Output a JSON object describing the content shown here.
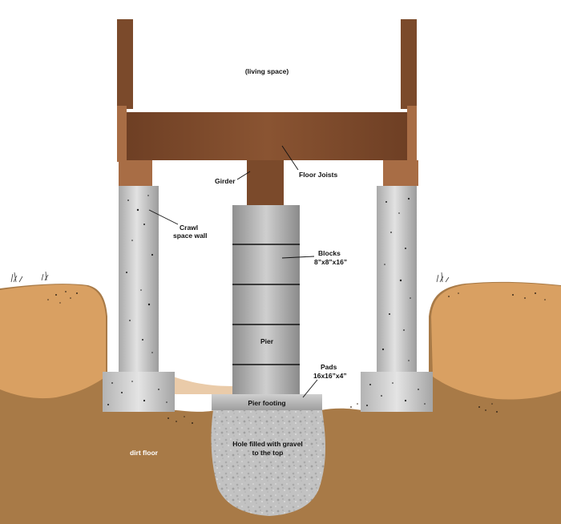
{
  "labels": {
    "living_space": "(living space)",
    "floor_joists": "Floor Joists",
    "girder": "Girder",
    "crawl_line1": "Crawl",
    "crawl_line2": "space wall",
    "blocks_line1": "Blocks",
    "blocks_line2": "8”x8”x16”",
    "pier": "Pier",
    "pads_line1": "Pads",
    "pads_line2": "16x16”x4”",
    "pier_footing": "Pier footing",
    "dirt_floor": "dirt floor",
    "hole_line1": "Hole filled with gravel",
    "hole_line2": "to the top"
  },
  "colors": {
    "wood_dark": "#7b4a2b",
    "wood_light": "#a86d45",
    "soil_dark": "#a87a47",
    "soil_light": "#d9a062",
    "concrete": "#c9c9c9",
    "gravel": "#bdbdbd"
  }
}
